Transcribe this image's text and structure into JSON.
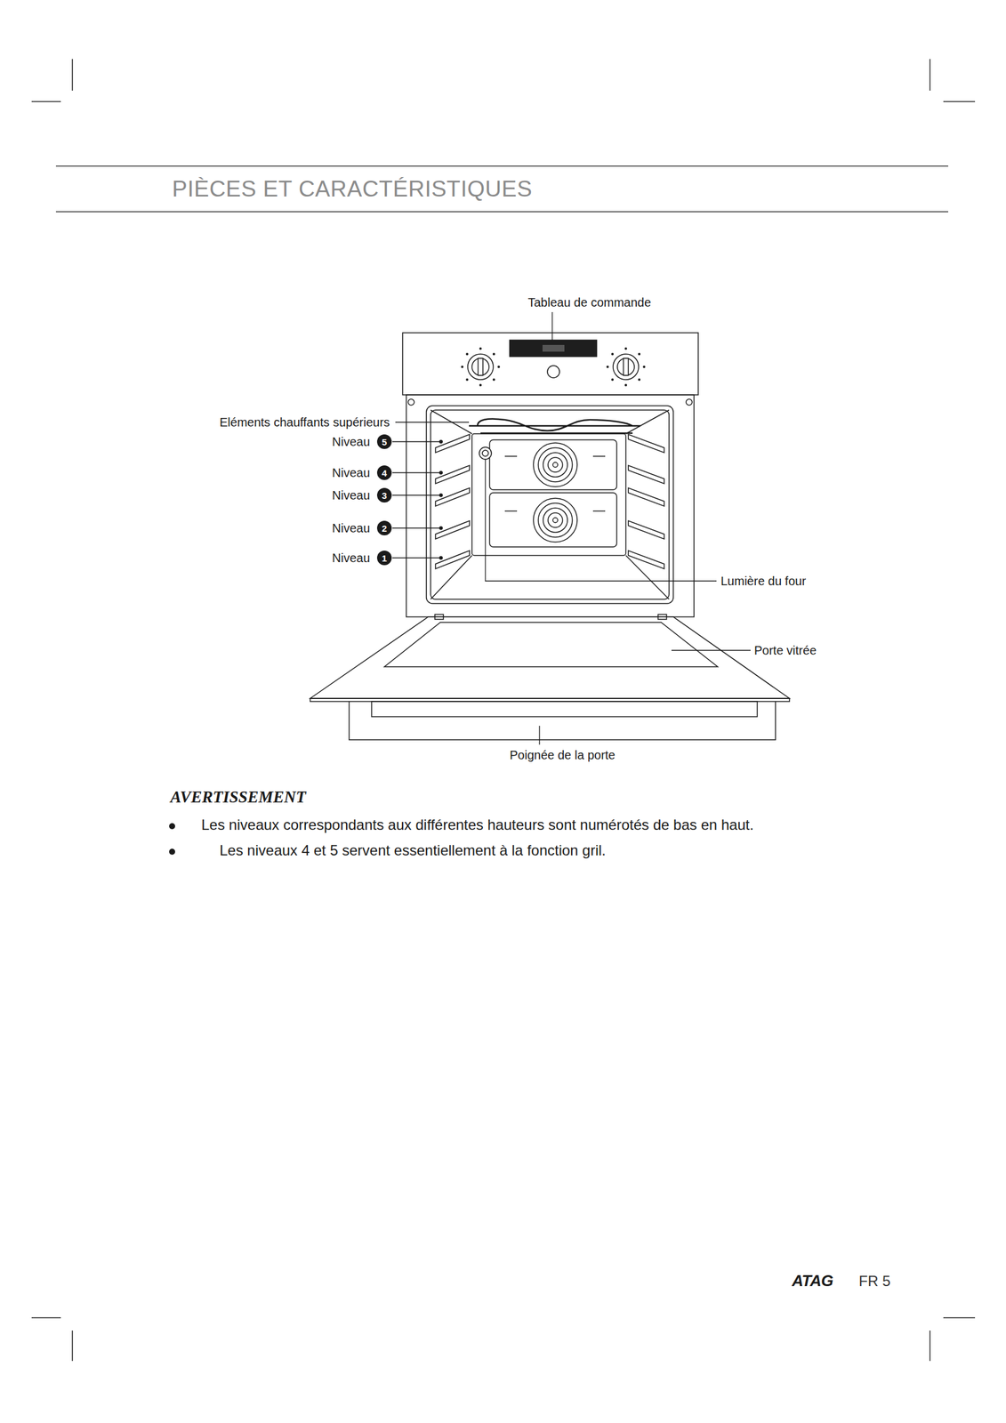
{
  "diagram": {
    "title": "PIÈCES ET CARACTÉRISTIQUES",
    "nodes": [
      {
        "text": [
          "5"
        ]
      },
      {
        "text": [
          "4"
        ]
      },
      {
        "text": [
          "3"
        ]
      },
      {
        "text": [
          "2"
        ]
      },
      {
        "text": [
          "1"
        ]
      }
    ],
    "labels": [
      "Tableau de commande",
      "Eléments chauffants supérieurs",
      "Niveau",
      "Niveau",
      "Niveau",
      "Niveau",
      "Niveau",
      "Lumière du four",
      "Porte vitrée",
      "Poignée de la porte",
      "AVERTISSEMENT",
      "Les niveaux correspondants aux différentes hauteurs sont numérotés de bas en haut.",
      "Les niveaux 4 et 5 servent essentiellement à la fonction gril.",
      "ATAG",
      "FR 5"
    ]
  }
}
